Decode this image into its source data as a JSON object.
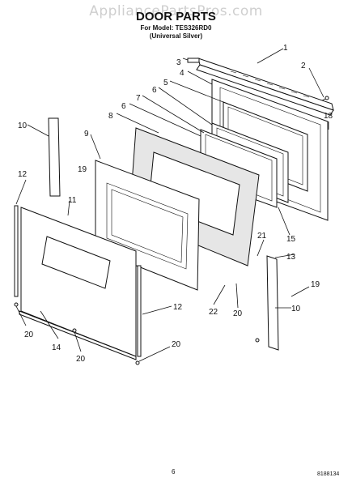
{
  "header": {
    "watermark": "AppliancePartsPros.com",
    "title": "DOOR PARTS",
    "model_line": "For Model: TES326RD0",
    "color_line": "(Universal Silver)"
  },
  "footer": {
    "page_number": "6",
    "document_id": "8188134"
  },
  "callouts": {
    "c1": "1",
    "c2": "2",
    "c3": "3",
    "c4": "4",
    "c5": "5",
    "c6a": "6",
    "c6b": "6",
    "c7": "7",
    "c8": "8",
    "c9": "9",
    "c10a": "10",
    "c10b": "10",
    "c11": "11",
    "c12a": "12",
    "c12b": "12",
    "c13": "13",
    "c14": "14",
    "c15": "15",
    "c18": "18",
    "c19a": "19",
    "c19b": "19",
    "c20a": "20",
    "c20b": "20",
    "c20c": "20",
    "c20d": "20",
    "c21": "21",
    "c22": "22"
  }
}
